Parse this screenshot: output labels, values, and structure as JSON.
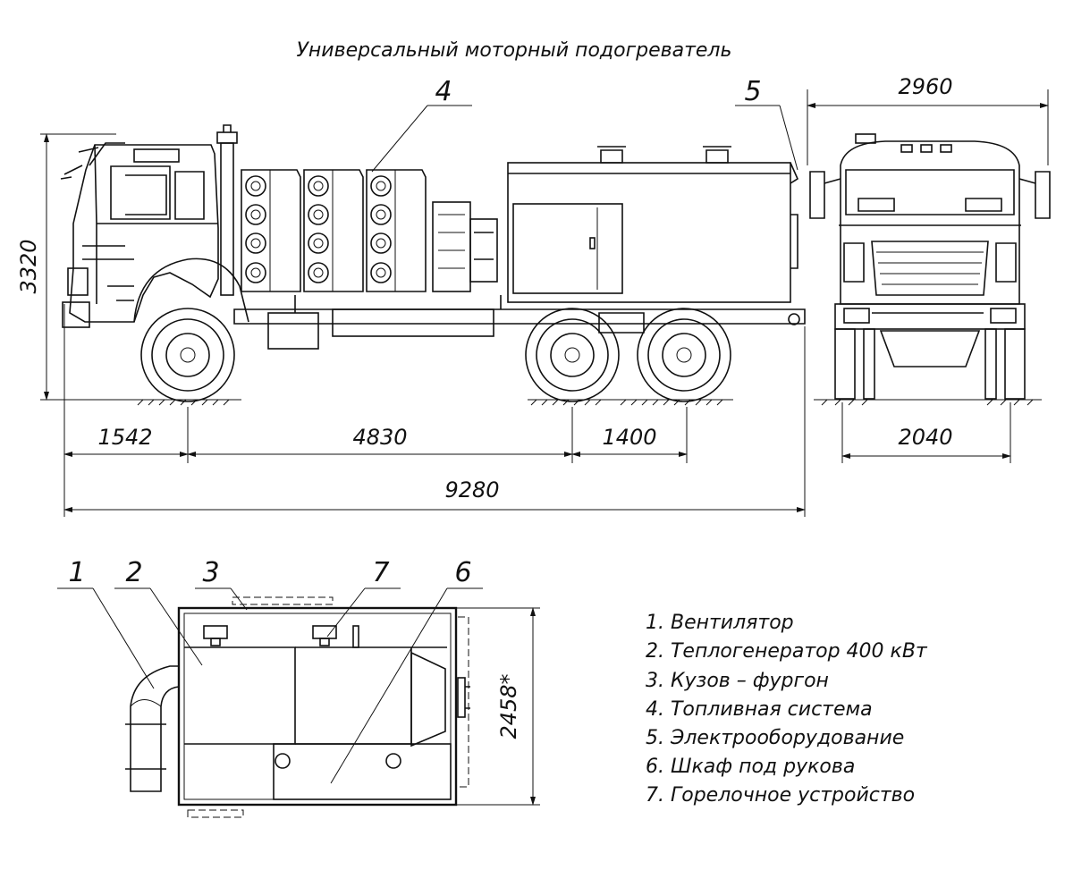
{
  "title": "Универсальный моторный подогреватель",
  "dimensions": {
    "height": "3320",
    "front_width_top": "2960",
    "front_track": "2040",
    "front_overhang": "1542",
    "wheelbase": "4830",
    "rear_axle_spacing": "1400",
    "overall_length": "9280",
    "body_width": "2458*"
  },
  "callouts": {
    "c1": "1",
    "c2": "2",
    "c3": "3",
    "c4": "4",
    "c5": "5",
    "c6": "6",
    "c7": "7"
  },
  "legend": [
    "1. Вентилятор",
    "2. Теплогенератор 400 кВт",
    "3. Кузов – фургон",
    "4. Топливная система",
    "5. Электрооборудование",
    "6. Шкаф под рукова",
    "7. Горелочное устройство"
  ],
  "icons": {
    "truck": "truck-side-view-drawing",
    "cab_front": "truck-front-view-drawing",
    "plan": "body-plan-view-drawing"
  }
}
